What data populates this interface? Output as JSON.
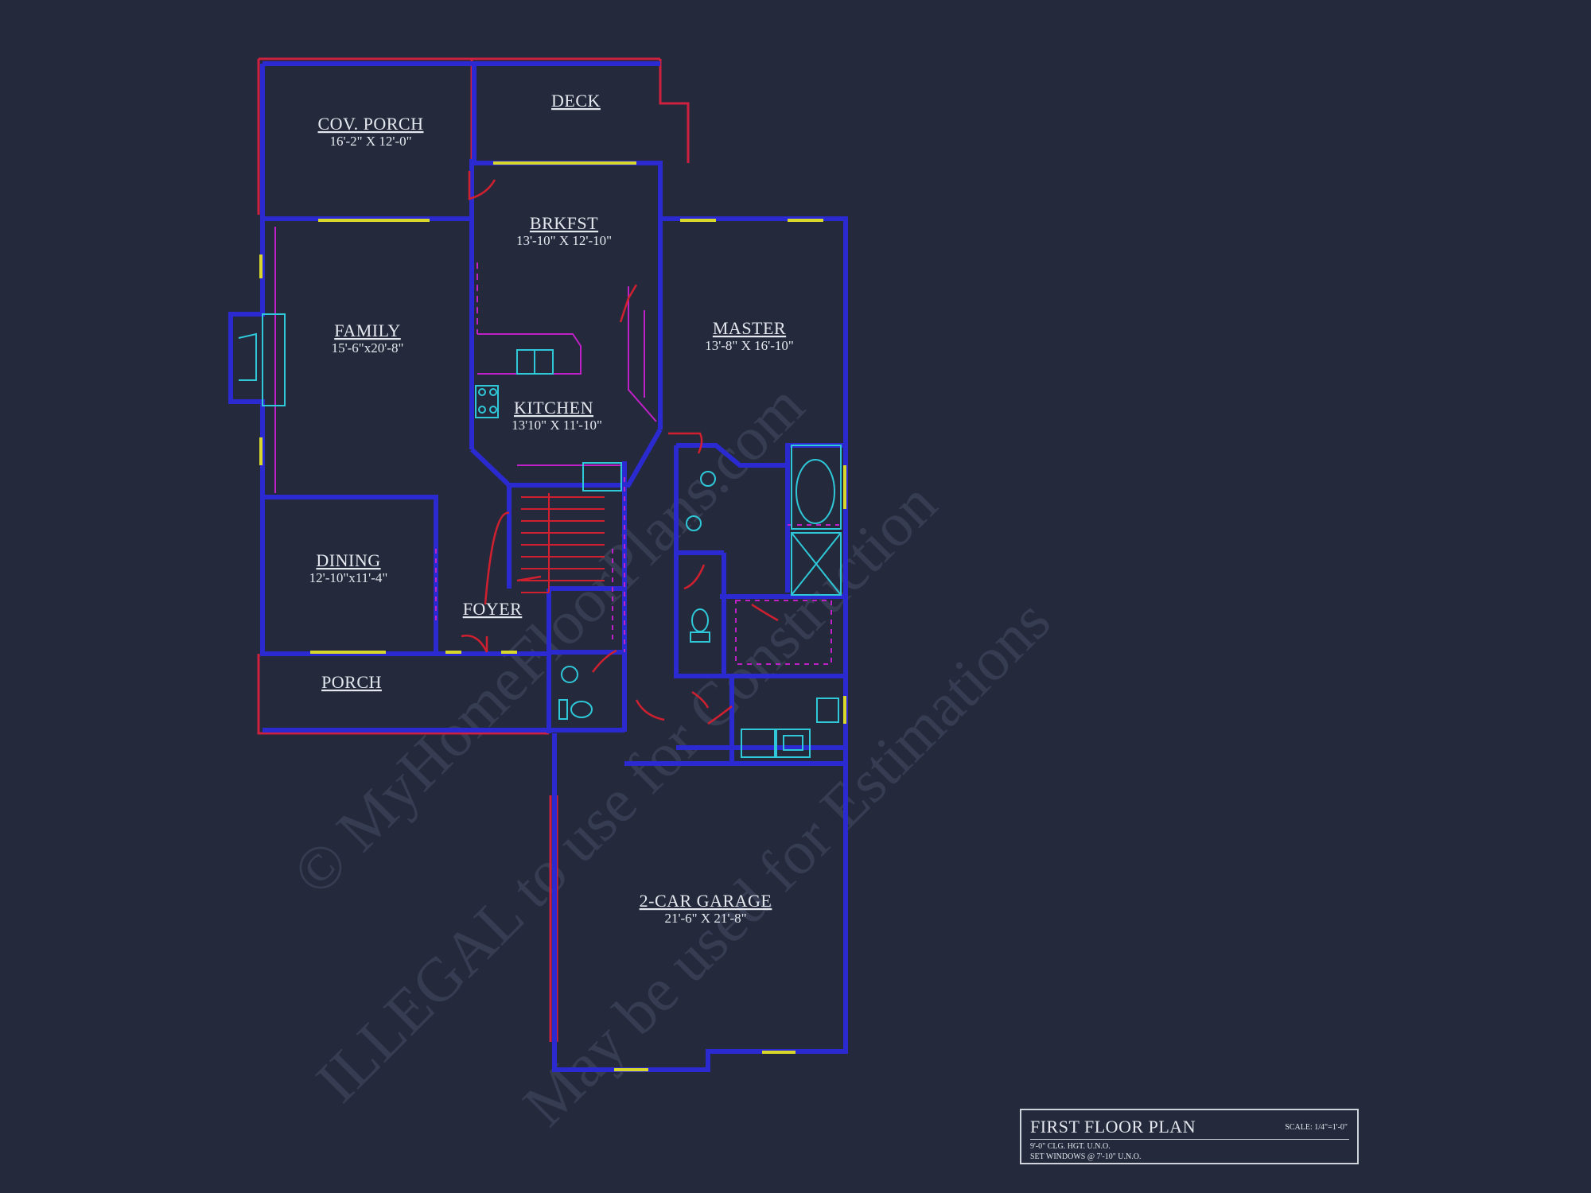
{
  "rooms": {
    "cov_porch": {
      "name": "COV. PORCH",
      "dim": "16'-2\" X 12'-0\""
    },
    "deck": {
      "name": "DECK"
    },
    "brkfst": {
      "name": "BRKFST",
      "dim": "13'-10\" X 12'-10\""
    },
    "family": {
      "name": "FAMILY",
      "dim": "15'-6\"x20'-8\""
    },
    "master": {
      "name": "MASTER",
      "dim": "13'-8\" X 16'-10\""
    },
    "kitchen": {
      "name": "KITCHEN",
      "dim": "13'10\" X 11'-10\""
    },
    "dining": {
      "name": "DINING",
      "dim": "12'-10\"x11'-4\""
    },
    "foyer": {
      "name": "FOYER"
    },
    "porch": {
      "name": "PORCH"
    },
    "garage": {
      "name": "2-CAR GARAGE",
      "dim": "21'-6\" X 21'-8\""
    }
  },
  "title_block": {
    "title": "FIRST FLOOR PLAN",
    "scale": "SCALE: 1/4\"=1'-0\"",
    "note1": "9'-0\" CLG. HGT. U.N.O.",
    "note2": "SET WINDOWS @ 7'-10\" U.N.O."
  },
  "watermark": {
    "line1": "© MyHomeFloorPlans.com",
    "line2": "ILLEGAL to use for Construction",
    "line3": "May be used for Estimations"
  },
  "colors": {
    "background": "#242a3c",
    "wall": "#2a2ad0",
    "exterior_edge": "#d02040",
    "window": "#d8d82a",
    "fixture": "#2ec8d8",
    "cabinet": "#c020c8",
    "door": "#d02030",
    "text": "#e6e8ef"
  }
}
